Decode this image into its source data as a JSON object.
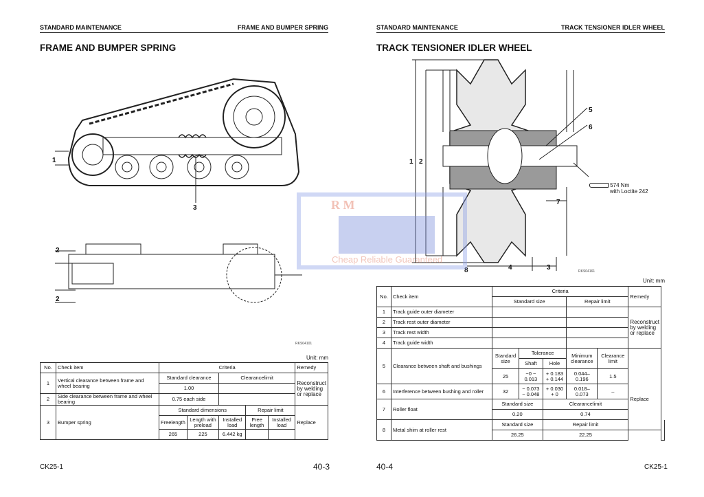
{
  "left_page": {
    "header_left": "STANDARD MAINTENANCE",
    "header_right": "FRAME AND BUMPER SPRING",
    "title": "FRAME AND BUMPER SPRING",
    "figure_labels": [
      "1",
      "3",
      "2",
      "2"
    ],
    "figure_code": "RKS04101",
    "unit": "Unit: mm",
    "table": {
      "h_no": "No.",
      "h_item": "Check item",
      "h_criteria": "Criteria",
      "h_remedy": "Remedy",
      "r1": {
        "no": "1",
        "item": "Vertical clearance between frame and wheel bearing",
        "std_h": "Standard clearance",
        "lim_h": "Clearancelimit",
        "std": "1.00",
        "lim": ""
      },
      "r2": {
        "no": "2",
        "item": "Side clearance between frame and wheel bearing",
        "std": "0.75 each side",
        "lim": ""
      },
      "remedy12": "Reconstruct by welding or replace",
      "r3": {
        "no": "3",
        "item": "Bumper spring",
        "std_h": "Standard dimensions",
        "rep_h": "Repair limit",
        "c1": "Freelength",
        "c2": "Length with preload",
        "c3": "Installed load",
        "c4": "Free length",
        "c5": "Installed load",
        "v1": "265",
        "v2": "225",
        "v3": "6.442 kg",
        "v4": "",
        "v5": "",
        "remedy": "Replace"
      }
    },
    "footer_left": "CK25-1",
    "page_number": "40-3"
  },
  "right_page": {
    "header_left": "STANDARD MAINTENANCE",
    "header_right": "TRACK TENSIONER IDLER WHEEL",
    "title": "TRACK TENSIONER IDLER WHEEL",
    "figure_labels": [
      "1",
      "2",
      "5",
      "6",
      "7",
      "4",
      "3",
      "8"
    ],
    "torque": "574 Nm",
    "torque_note": "with Loctite 242",
    "figure_code": "RKS04161",
    "unit": "Unit: mm",
    "table": {
      "h_no": "No.",
      "h_item": "Check item",
      "h_criteria": "Criteria",
      "h_std": "Standard size",
      "h_rep": "Repair limit",
      "h_remedy": "Remedy",
      "rows14": [
        {
          "no": "1",
          "item": "Track guide outer diameter"
        },
        {
          "no": "2",
          "item": "Track rest outer diameter"
        },
        {
          "no": "3",
          "item": "Track rest width"
        },
        {
          "no": "4",
          "item": "Track guide width"
        }
      ],
      "remedy14": "Reconstruct by welding or replace",
      "r5": {
        "no": "5",
        "item": "Clearance between shaft and bushings",
        "std_h": "Standard size",
        "tol_h": "Tolerance",
        "shaft_h": "Shaft",
        "hole_h": "Hole",
        "min_h": "Minimum clearance",
        "lim_h": "Clearance limit",
        "std": "25",
        "shaft": "−0 − 0.013",
        "hole": "+ 0.183 + 0.144",
        "min": "0.044– 0.196",
        "lim": "1.5"
      },
      "r6": {
        "no": "6",
        "item": "Interference between bushing and roller",
        "std": "32",
        "shaft": "− 0.073 − 0.048",
        "hole": "+ 0.030 + 0",
        "min": "0.018– 0.073",
        "lim": "–"
      },
      "remedy58": "Replace",
      "r7": {
        "no": "7",
        "item": "Roller float",
        "std_h": "Standard size",
        "lim_h": "Clearancelimit",
        "std": "0.20",
        "lim": "0.74"
      },
      "r8": {
        "no": "8",
        "item": "Metal shim at roller rest",
        "std_h": "Standard size",
        "lim_h": "Repair limit",
        "std": "26.25",
        "lim": "22.25"
      }
    },
    "footer_left": "40-4",
    "footer_right": "CK25-1"
  },
  "watermark": {
    "brand": "R M",
    "slogan": "Cheap Reliable Guaranteed"
  }
}
